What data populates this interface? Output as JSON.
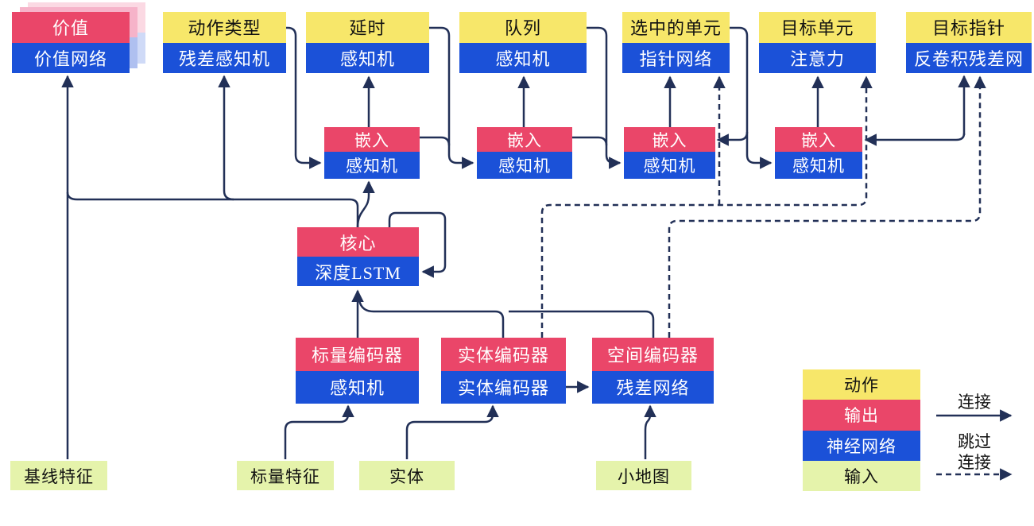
{
  "diagram": {
    "title": "agent-architecture-diagram",
    "heads": [
      {
        "id": "value",
        "top": "价值",
        "bottom": "价值网络"
      },
      {
        "id": "action-type",
        "top": "动作类型",
        "bottom": "残差感知机"
      },
      {
        "id": "delay",
        "top": "延时",
        "bottom": "感知机"
      },
      {
        "id": "queue",
        "top": "队列",
        "bottom": "感知机"
      },
      {
        "id": "selected-units",
        "top": "选中的单元",
        "bottom": "指针网络"
      },
      {
        "id": "target-unit",
        "top": "目标单元",
        "bottom": "注意力"
      },
      {
        "id": "target-pointer",
        "top": "目标指针",
        "bottom": "反卷积残差网"
      }
    ],
    "embeds": [
      {
        "id": "embed-1",
        "top": "嵌入",
        "bottom": "感知机"
      },
      {
        "id": "embed-2",
        "top": "嵌入",
        "bottom": "感知机"
      },
      {
        "id": "embed-3",
        "top": "嵌入",
        "bottom": "感知机"
      },
      {
        "id": "embed-4",
        "top": "嵌入",
        "bottom": "感知机"
      }
    ],
    "core": {
      "top": "核心",
      "bottom": "深度LSTM"
    },
    "encoders": [
      {
        "id": "scalar-encoder",
        "top": "标量编码器",
        "bottom": "感知机"
      },
      {
        "id": "entity-encoder",
        "top": "实体编码器",
        "bottom": "实体编码器"
      },
      {
        "id": "spatial-encoder",
        "top": "空间编码器",
        "bottom": "残差网络"
      }
    ],
    "inputs": [
      {
        "id": "baseline-features",
        "label": "基线特征"
      },
      {
        "id": "scalar-features",
        "label": "标量特征"
      },
      {
        "id": "entities",
        "label": "实体"
      },
      {
        "id": "minimap",
        "label": "小地图"
      }
    ],
    "legend": {
      "action": "动作",
      "output": "输出",
      "network": "神经网络",
      "input": "输入",
      "connection": "连接",
      "skip_line1": "跳过",
      "skip_line2": "连接"
    },
    "colors": {
      "action_yellow": "#F7E76A",
      "output_red": "#EA4669",
      "network_blue": "#1B51D8",
      "input_green": "#E5F3AB",
      "line_navy": "#223057",
      "value_shadow_pink": "#F6B3C9",
      "value_shadow_blue": "#AFC0F0"
    }
  }
}
